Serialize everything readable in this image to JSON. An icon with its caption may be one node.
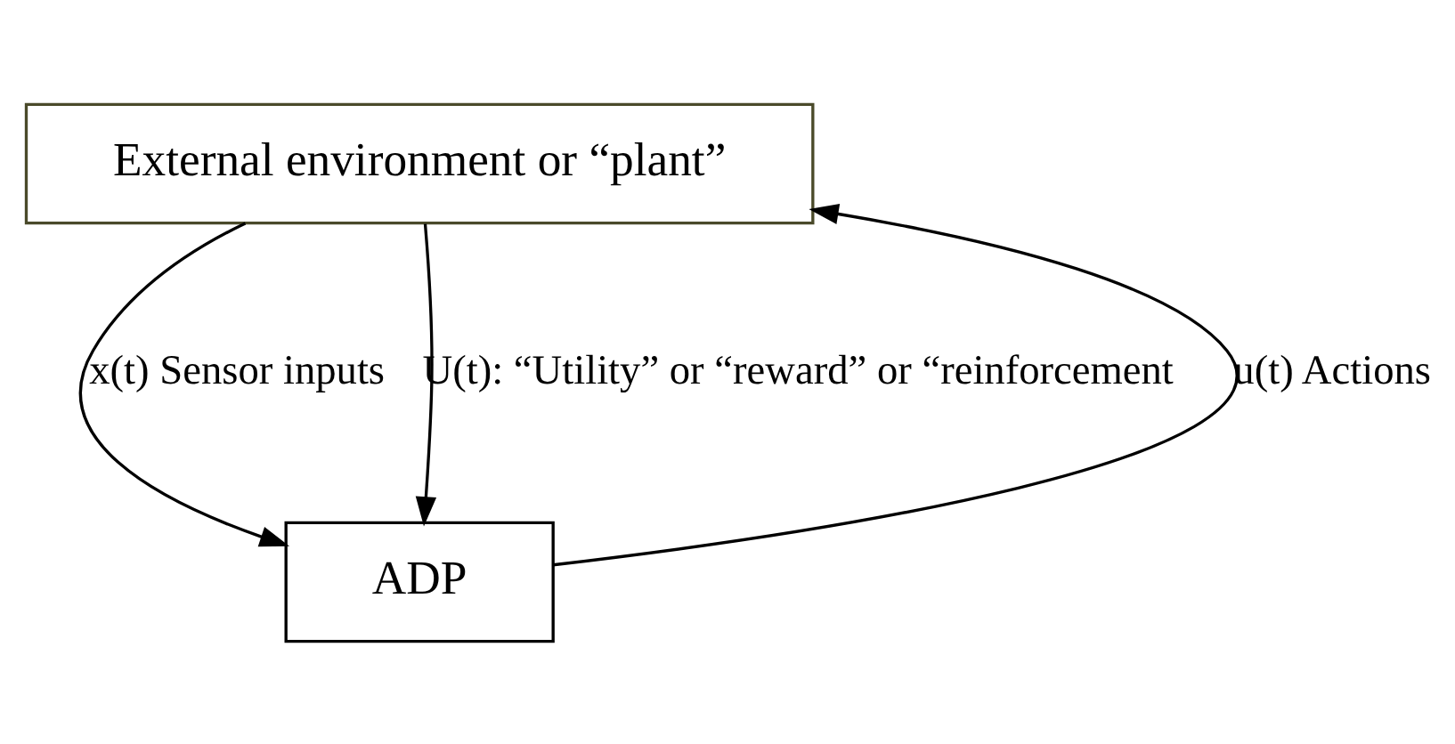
{
  "diagram": {
    "nodes": [
      {
        "text": [
          "External environment or “plant”"
        ]
      },
      {
        "text": [
          "ADP"
        ]
      }
    ],
    "edges": [
      {
        "from": 0,
        "to": 1,
        "arrow": "to",
        "label": "x(t) Sensor inputs"
      },
      {
        "from": 0,
        "to": 1,
        "arrow": "to",
        "label": "U(t): “Utility” or “reward” or “reinforcement"
      },
      {
        "from": 1,
        "to": 0,
        "arrow": "to",
        "label": "u(t) Actions"
      }
    ]
  }
}
